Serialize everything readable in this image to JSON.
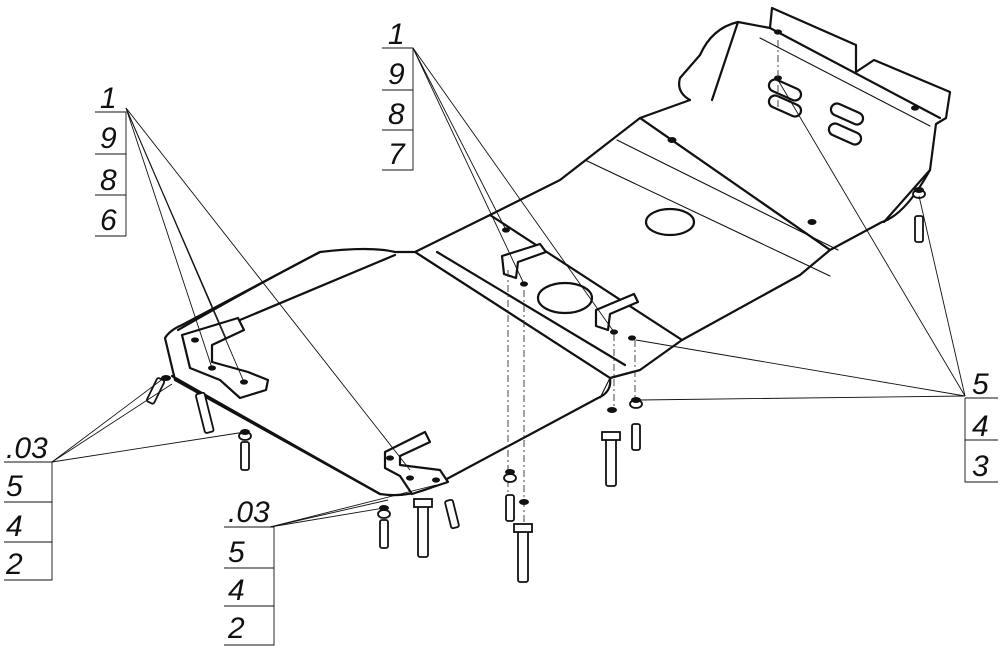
{
  "callouts": [
    {
      "id": "left-top",
      "labels": [
        "1",
        "9",
        "8",
        "6"
      ]
    },
    {
      "id": "center-top",
      "labels": [
        "1",
        "9",
        "8",
        "7"
      ]
    },
    {
      "id": "right",
      "labels": [
        "5",
        "4",
        "3"
      ]
    },
    {
      "id": "left-bottom",
      "labels": [
        ".03",
        "5",
        "4",
        "2"
      ]
    },
    {
      "id": "center-bottom",
      "labels": [
        ".03",
        "5",
        "4",
        "2"
      ]
    }
  ]
}
